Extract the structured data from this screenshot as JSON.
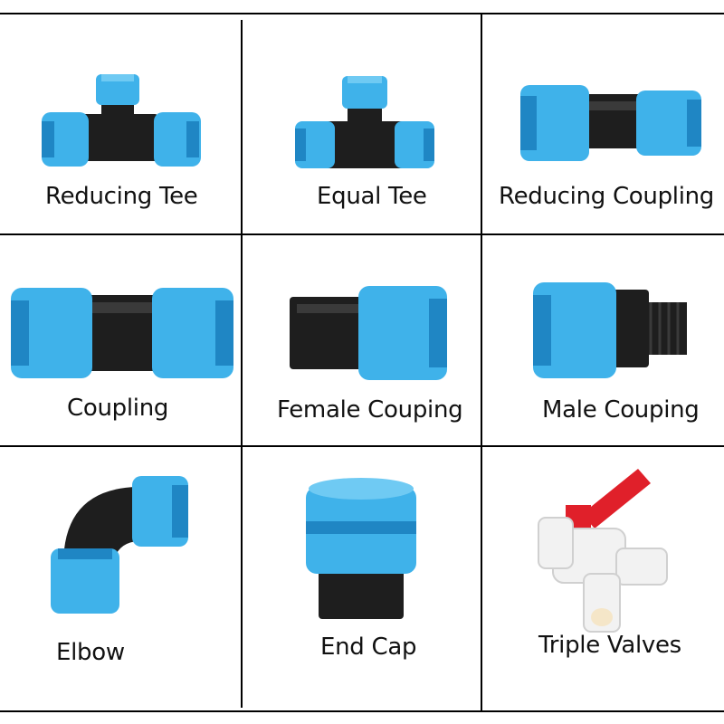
{
  "products": [
    {
      "label": "Reducing Tee",
      "icon": "reducing-tee-icon"
    },
    {
      "label": "Equal Tee",
      "icon": "equal-tee-icon"
    },
    {
      "label": "Reducing Coupling",
      "icon": "reducing-coupling-icon"
    },
    {
      "label": "Coupling",
      "icon": "coupling-icon"
    },
    {
      "label": "Female Couping",
      "icon": "female-coupling-icon"
    },
    {
      "label": "Male Couping",
      "icon": "male-coupling-icon"
    },
    {
      "label": "Elbow",
      "icon": "elbow-icon"
    },
    {
      "label": "End Cap",
      "icon": "end-cap-icon"
    },
    {
      "label": "Triple Valves",
      "icon": "triple-valve-icon"
    }
  ],
  "colors": {
    "blue": "#3fb2ea",
    "blue_dark": "#1f86c4",
    "black": "#1e1e1e",
    "valve_white": "#f2f2f2",
    "valve_red": "#e0202a"
  }
}
